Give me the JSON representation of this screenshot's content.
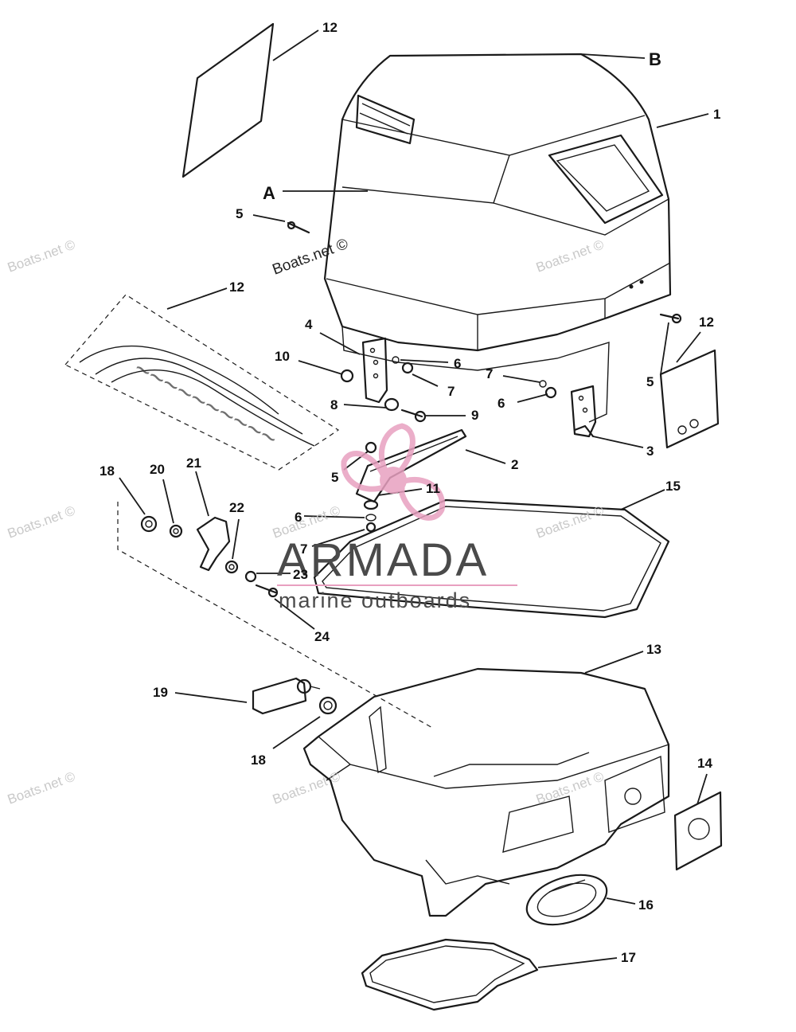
{
  "callouts": {
    "c1": "1",
    "c2": "2",
    "c3": "3",
    "c4": "4",
    "c5a": "5",
    "c5b": "5",
    "c5c": "5",
    "c6a": "6",
    "c6b": "6",
    "c6c": "6",
    "c7a": "7",
    "c7b": "7",
    "c7c": "7",
    "c8": "8",
    "c9": "9",
    "c10": "10",
    "c11": "11",
    "c12a": "12",
    "c12b": "12",
    "c12c": "12",
    "c13": "13",
    "c14": "14",
    "c15": "15",
    "c16": "16",
    "c17": "17",
    "c18a": "18",
    "c18b": "18",
    "c19": "19",
    "c20": "20",
    "c21": "21",
    "c22": "22",
    "c23": "23",
    "c24": "24",
    "cA": "A",
    "cB": "B"
  },
  "watermarks": {
    "text": "Boats.net ©"
  },
  "logo": {
    "name": "ARMADA",
    "tagline": "marine outboards",
    "accent_color": "#e8a0c0"
  }
}
